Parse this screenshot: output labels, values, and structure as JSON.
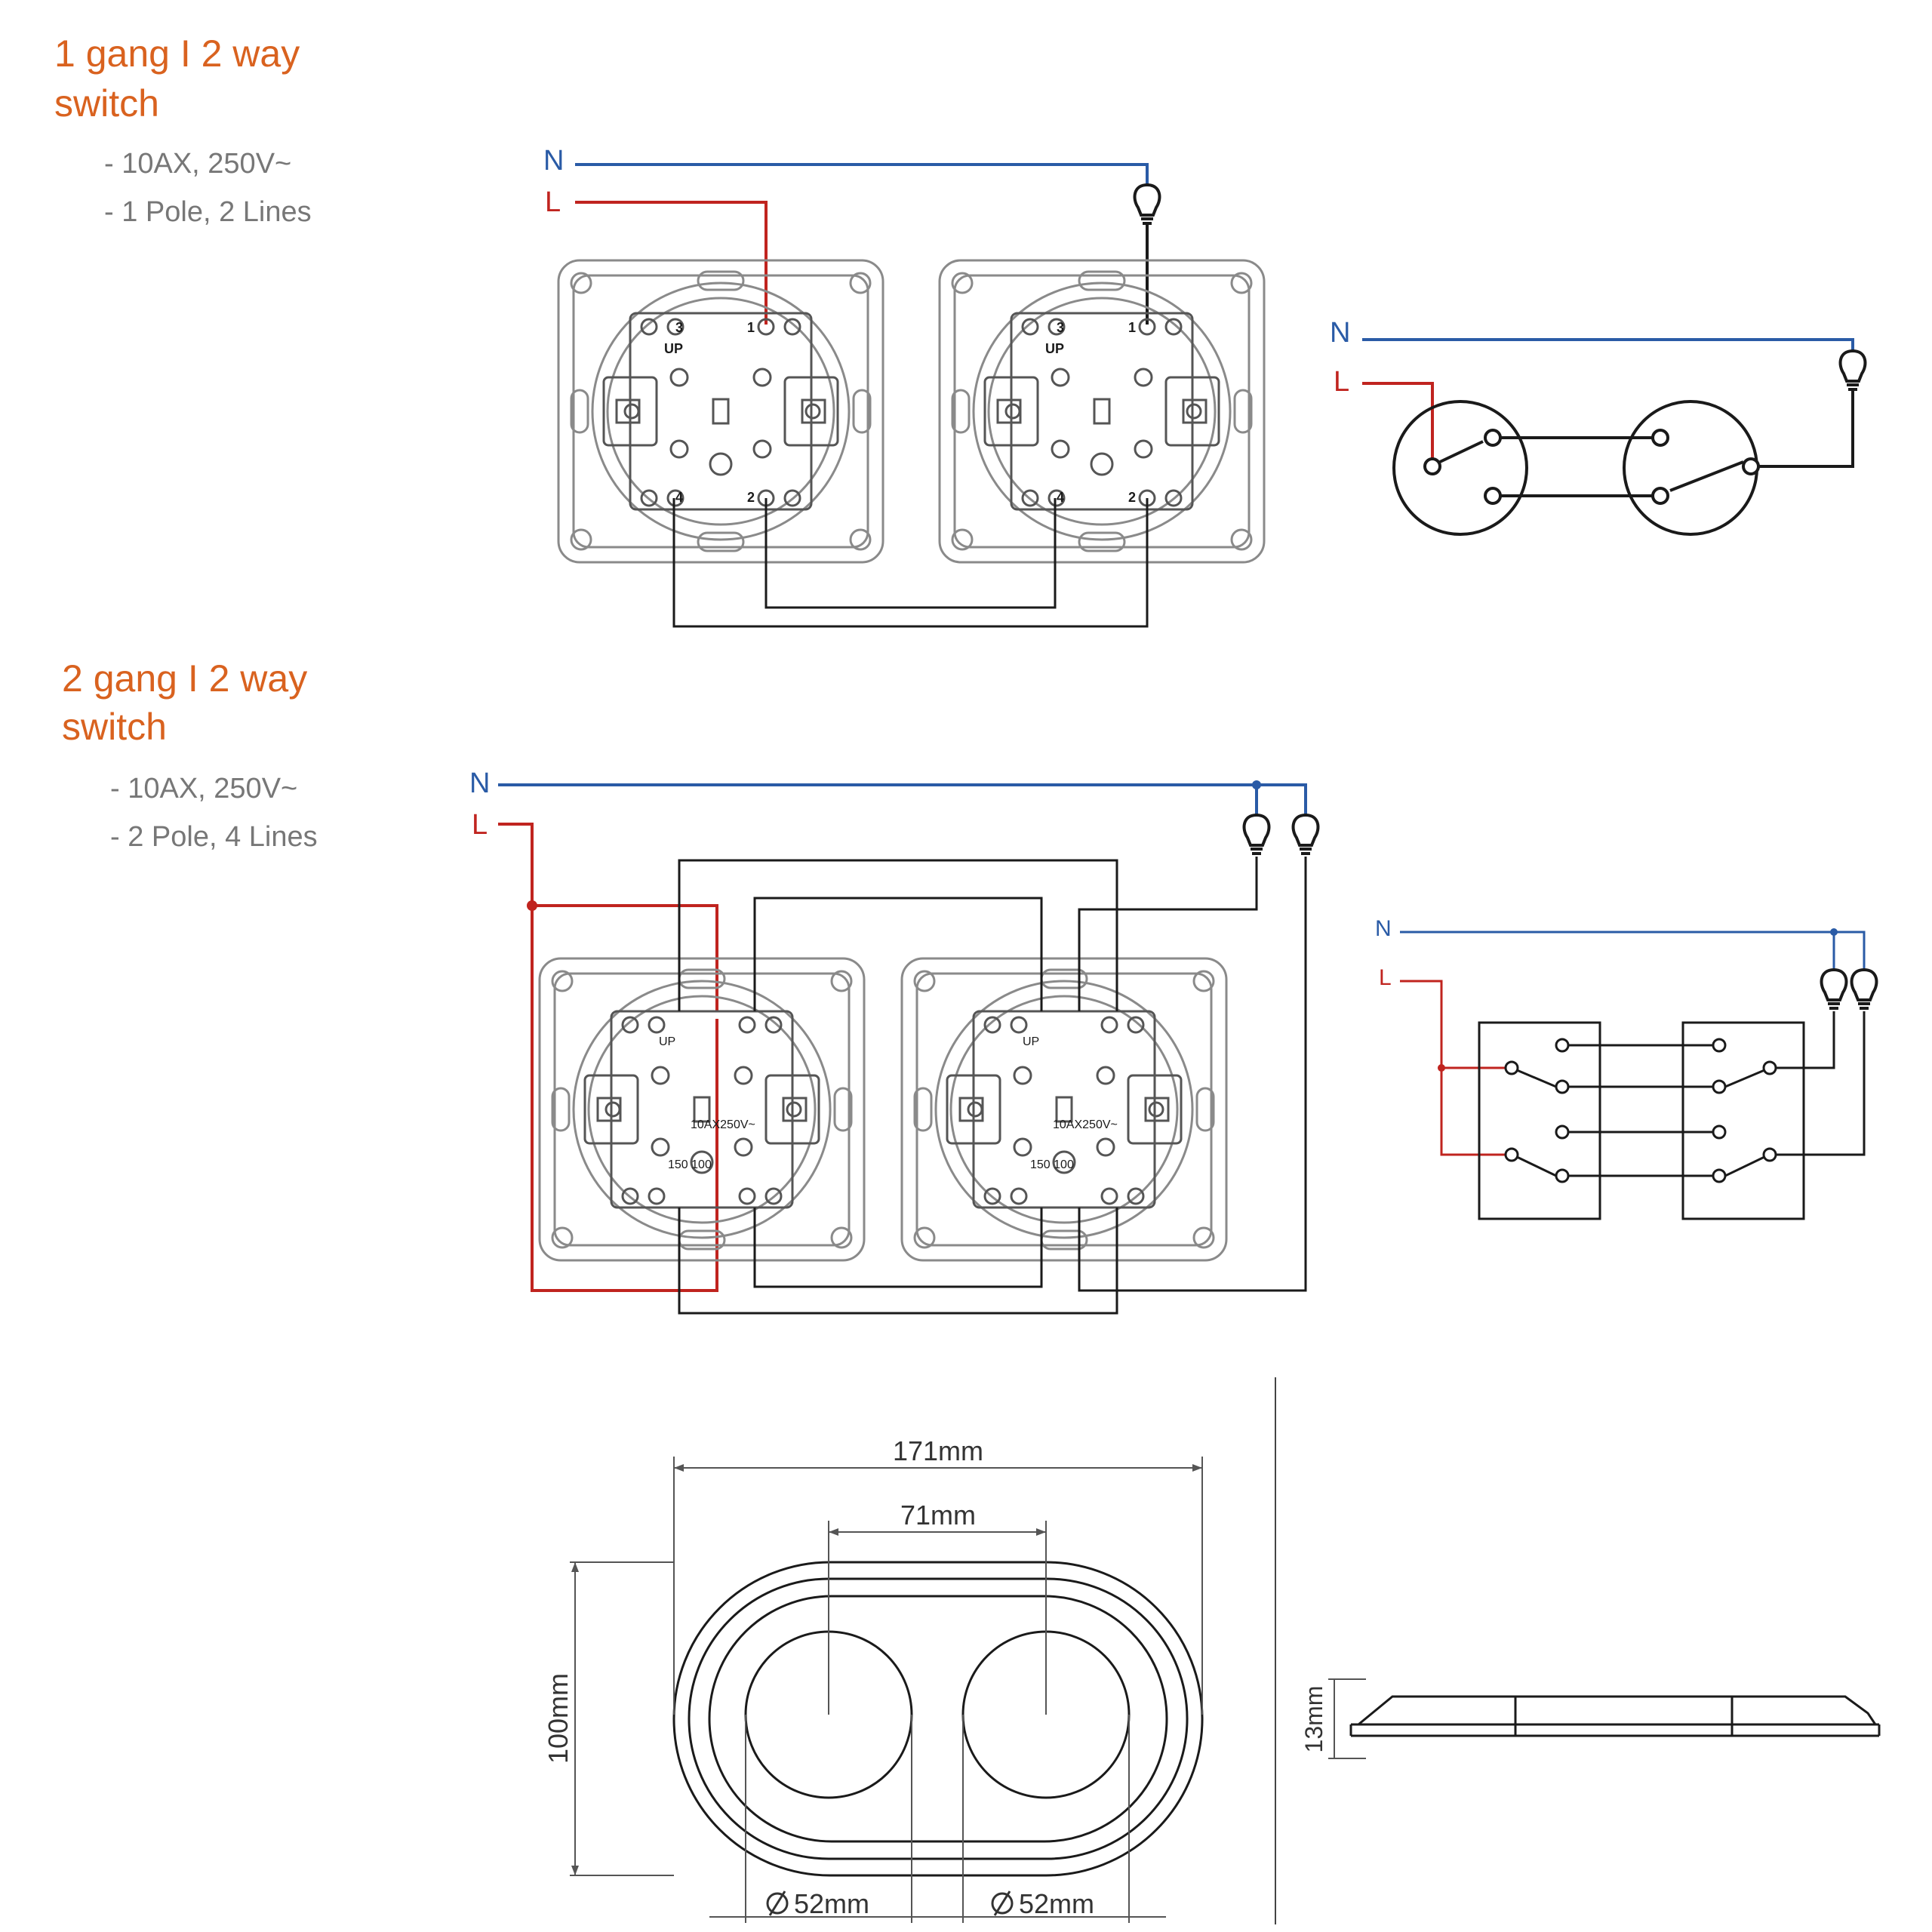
{
  "colors": {
    "heading": "#d9621f",
    "spec_text": "#777777",
    "neutral": "#2a5ba6",
    "live": "#c0241f",
    "line": "#1a1a1a",
    "outline": "#8a8a8a"
  },
  "section1": {
    "title_line1": "1 gang I 2 way",
    "title_line2": "switch",
    "spec1": "- 10AX, 250V~",
    "spec2": "- 1 Pole, 2 Lines"
  },
  "section2": {
    "title_line1": "2 gang I 2 way",
    "title_line2": "switch",
    "spec1": "- 10AX, 250V~",
    "spec2": "- 2 Pole, 4 Lines"
  },
  "wires": {
    "neutral_label": "N",
    "live_label": "L"
  },
  "switch_module": {
    "up_label": "UP",
    "terminal_1": "1",
    "terminal_2": "2",
    "terminal_3": "3",
    "terminal_4": "4",
    "rating_label": "10AX250V~",
    "code_label": "150 100"
  },
  "dimensions": {
    "overall_width": "171mm",
    "center_distance": "71mm",
    "height": "100mm",
    "opening_left": "52mm",
    "opening_right": "52mm",
    "depth": "13mm"
  }
}
